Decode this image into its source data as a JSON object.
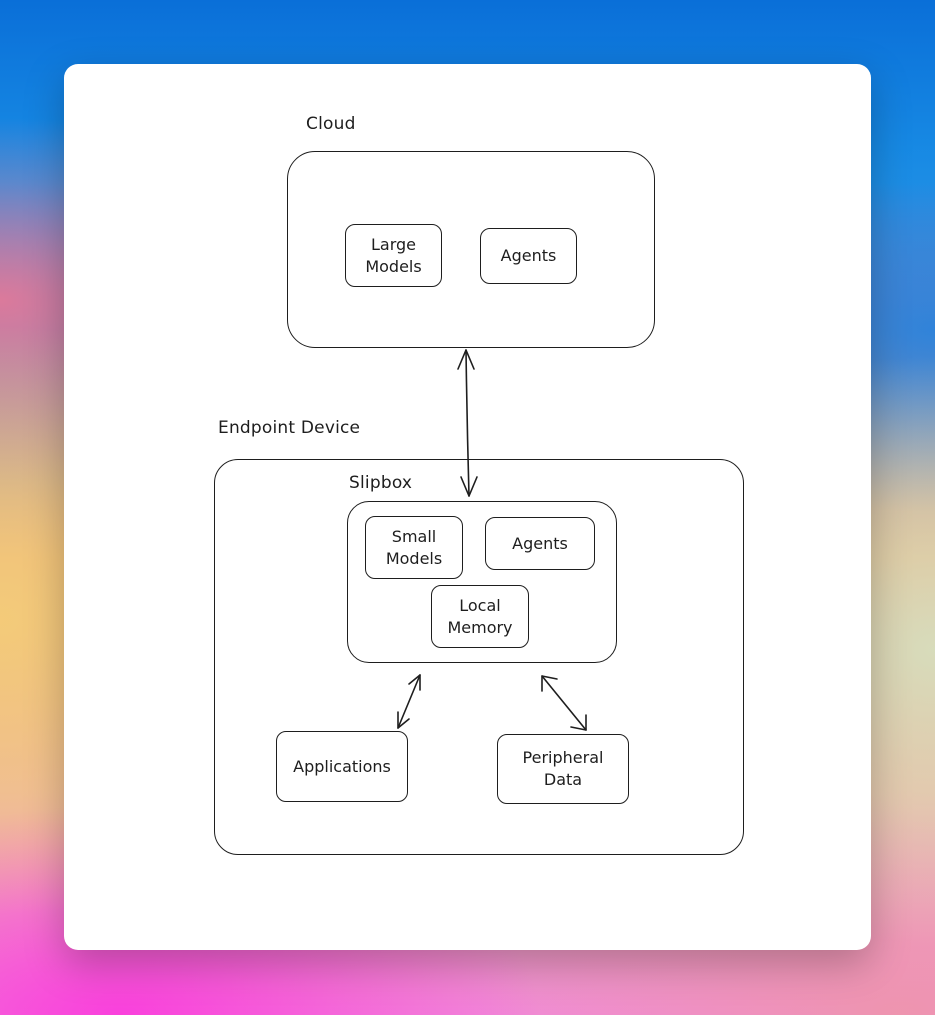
{
  "diagram": {
    "cloud": {
      "title": "Cloud",
      "nodes": {
        "large_models": "Large\nModels",
        "agents": "Agents"
      }
    },
    "endpoint": {
      "title": "Endpoint Device",
      "slipbox": {
        "title": "Slipbox",
        "nodes": {
          "small_models": "Small\nModels",
          "agents": "Agents",
          "local_memory": "Local\nMemory"
        }
      },
      "nodes": {
        "applications": "Applications",
        "peripheral_data": "Peripheral\nData"
      }
    },
    "colors": {
      "stroke": "#1e1e1e",
      "card": "#ffffff"
    },
    "connections": [
      {
        "from": "cloud",
        "to": "slipbox",
        "direction": "bidirectional"
      },
      {
        "from": "slipbox",
        "to": "applications",
        "direction": "bidirectional"
      },
      {
        "from": "slipbox",
        "to": "peripheral_data",
        "direction": "bidirectional"
      }
    ]
  }
}
